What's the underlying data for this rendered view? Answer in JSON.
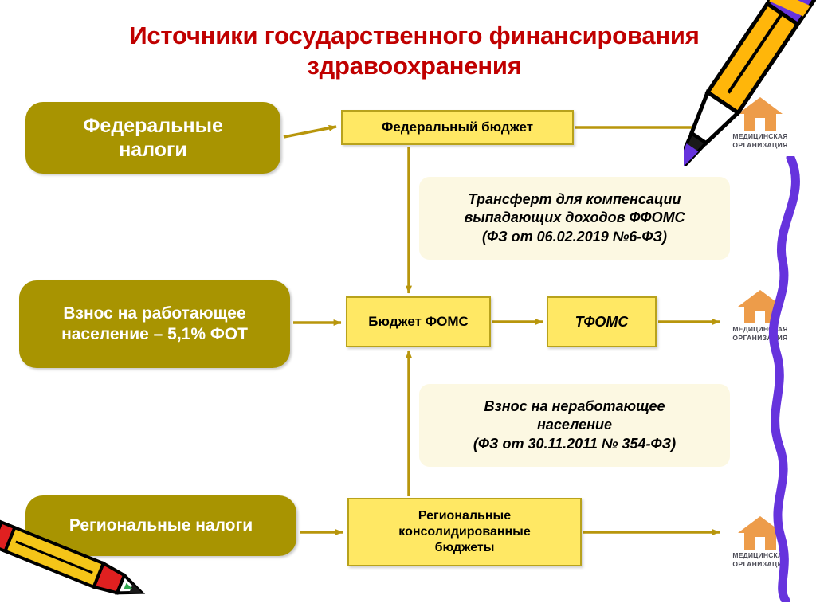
{
  "slide": {
    "title_line_1": "Источники государственного финансирования",
    "title_line_2": "здравоохранения",
    "title_color": "#C00000",
    "background_color": "#FFFFFF"
  },
  "colors": {
    "olive_box": "#A89401",
    "yellow_box": "#FFE864",
    "yellow_box_border": "#B8A21C",
    "cream_note": "#FCF8E2",
    "arrow": "#B8960C",
    "house_icon": "#ED9C4A",
    "squiggle": "#6633DD",
    "pencil_body": "#FFB60A"
  },
  "sources": [
    {
      "id": "federal-taxes",
      "label": "Федеральные\nналоги"
    },
    {
      "id": "working-population",
      "label": "Взнос на работающее\nнаселение – 5,1% ФОТ"
    },
    {
      "id": "regional-taxes",
      "label": "Региональные налоги"
    }
  ],
  "budgets": {
    "federal_budget": "Федеральный бюджет",
    "foms_budget": "Бюджет ФОМС",
    "tfoms": "ТФОМС",
    "regional_consolidated": "Региональные\nконсолидированные\nбюджеты"
  },
  "notes": {
    "transfer": {
      "line1": "Трансферт для компенсации",
      "line2": "выпадающих доходов ФФОМС",
      "line3": "(ФЗ от 06.02.2019 №6-ФЗ)"
    },
    "non_working": {
      "line1": "Взнос на неработающее",
      "line2": "население",
      "line3": "(ФЗ от 30.11.2011 № 354-ФЗ)"
    }
  },
  "medical_organization": {
    "caption_line_1": "МЕДИЦИНСКАЯ",
    "caption_line_2": "ОРГАНИЗАЦИЯ",
    "count": 3
  },
  "decorations": [
    {
      "id": "pencil-top-right",
      "kind": "pencil-orange"
    },
    {
      "id": "pencil-bottom-left",
      "kind": "pencil-yellow"
    },
    {
      "id": "squiggle-right",
      "kind": "wavy-line-purple"
    }
  ]
}
